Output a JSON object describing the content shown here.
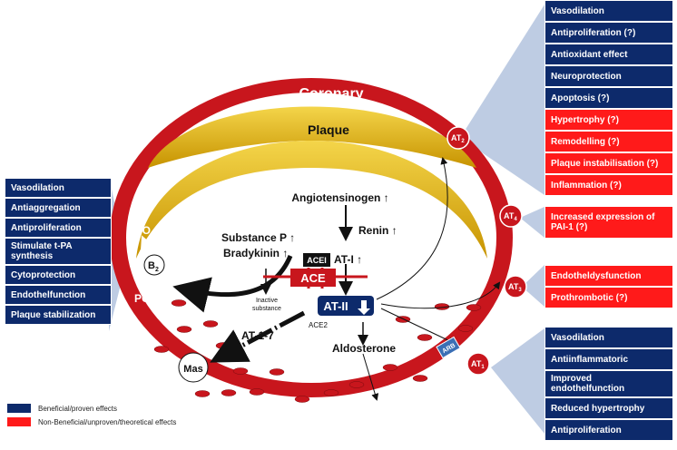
{
  "colors": {
    "beneficial": "#0d2a6b",
    "non_beneficial": "#ff1a1a",
    "vessel_wall": "#c8161d",
    "plaque": "#e8b400",
    "connector": "#b7c7e0"
  },
  "diagram": {
    "vessel_label": "Coronary",
    "plaque_label": "Plaque",
    "angiotensinogen": "Angiotensinogen ↑",
    "renin": "Renin ↑",
    "substance_p": "Substance P ↑",
    "bradykinin": "Bradykinin ↑",
    "acei": "ACEI",
    "at1_label": "AT-I ↑",
    "ace": "ACE",
    "inactive": "Inactive",
    "substance": "substance",
    "at2_label": "AT-II",
    "ace2": "ACE2",
    "at17": "AT-1-7",
    "aldosterone": "Aldosterone",
    "mas": "Mas",
    "arb": "ARB",
    "no": "NO",
    "b2": "B",
    "b2_sub": "2",
    "pgi2": "PGI",
    "pgi2_sub": "2",
    "receptors": [
      {
        "name": "AT",
        "sub": "2"
      },
      {
        "name": "AT",
        "sub": "4"
      },
      {
        "name": "AT",
        "sub": "3"
      },
      {
        "name": "AT",
        "sub": "1"
      }
    ]
  },
  "left_panel": [
    "Vasodilation",
    "Antiaggregation",
    "Antiproliferation",
    "Stimulate t-PA synthesis",
    "Cytoprotection",
    "Endothelfunction",
    "Plaque stabilization"
  ],
  "at2_effects": [
    {
      "text": "Vasodilation",
      "type": "beneficial"
    },
    {
      "text": "Antiproliferation (?)",
      "type": "beneficial"
    },
    {
      "text": "Antioxidant effect",
      "type": "beneficial"
    },
    {
      "text": "Neuroprotection",
      "type": "beneficial"
    },
    {
      "text": "Apoptosis (?)",
      "type": "beneficial"
    },
    {
      "text": "Hypertrophy (?)",
      "type": "non_beneficial"
    },
    {
      "text": "Remodelling (?)",
      "type": "non_beneficial"
    },
    {
      "text": "Plaque instabilisation (?)",
      "type": "non_beneficial"
    },
    {
      "text": "Inflammation (?)",
      "type": "non_beneficial"
    }
  ],
  "at4_effects": [
    {
      "text": "Increased expression of PAI-1 (?)",
      "type": "non_beneficial"
    }
  ],
  "at3_effects": [
    {
      "text": "Endotheldysfunction",
      "type": "non_beneficial"
    },
    {
      "text": "Prothrombotic (?)",
      "type": "non_beneficial"
    }
  ],
  "at1_effects": [
    {
      "text": "Vasodilation",
      "type": "beneficial"
    },
    {
      "text": "Antiinflammatoric",
      "type": "beneficial"
    },
    {
      "text": "Improved endothelfunction",
      "type": "beneficial"
    },
    {
      "text": "Reduced hypertrophy",
      "type": "beneficial"
    },
    {
      "text": "Antiproliferation",
      "type": "beneficial"
    }
  ],
  "legend": {
    "beneficial": "Beneficial/proven effects",
    "non_beneficial": "Non-Beneficial/unproven/theoretical effects"
  }
}
